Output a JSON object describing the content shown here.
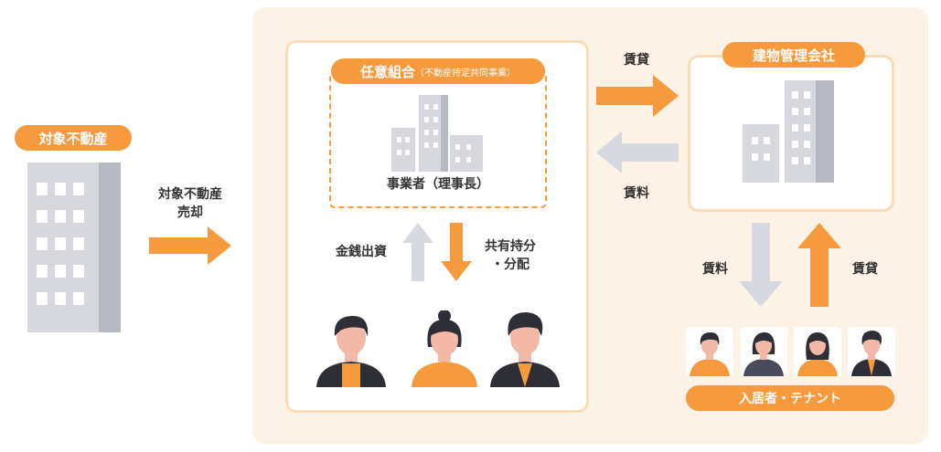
{
  "target": {
    "label": "対象不動産"
  },
  "sale": {
    "line1": "対象不動産",
    "line2": "売却"
  },
  "union": {
    "title": "任意組合",
    "subtitle": "（不動産特定共同事業）",
    "operator_label": "事業者（理事長）"
  },
  "flows": {
    "lease_top": "賃貸",
    "rent_top": "賃料",
    "investment": "金銭出資",
    "share_line1": "共有持分",
    "share_line2": "・分配",
    "rent_right": "賃料",
    "lease_right": "賃貸"
  },
  "management": {
    "label": "建物管理会社"
  },
  "tenants": {
    "label": "入居者・テナント"
  },
  "colors": {
    "orange": "#f79a3e",
    "gray_building": "#d4d6dc",
    "gray_arrow": "#d6d9e0",
    "panel_bg": "#fdf2e6"
  }
}
